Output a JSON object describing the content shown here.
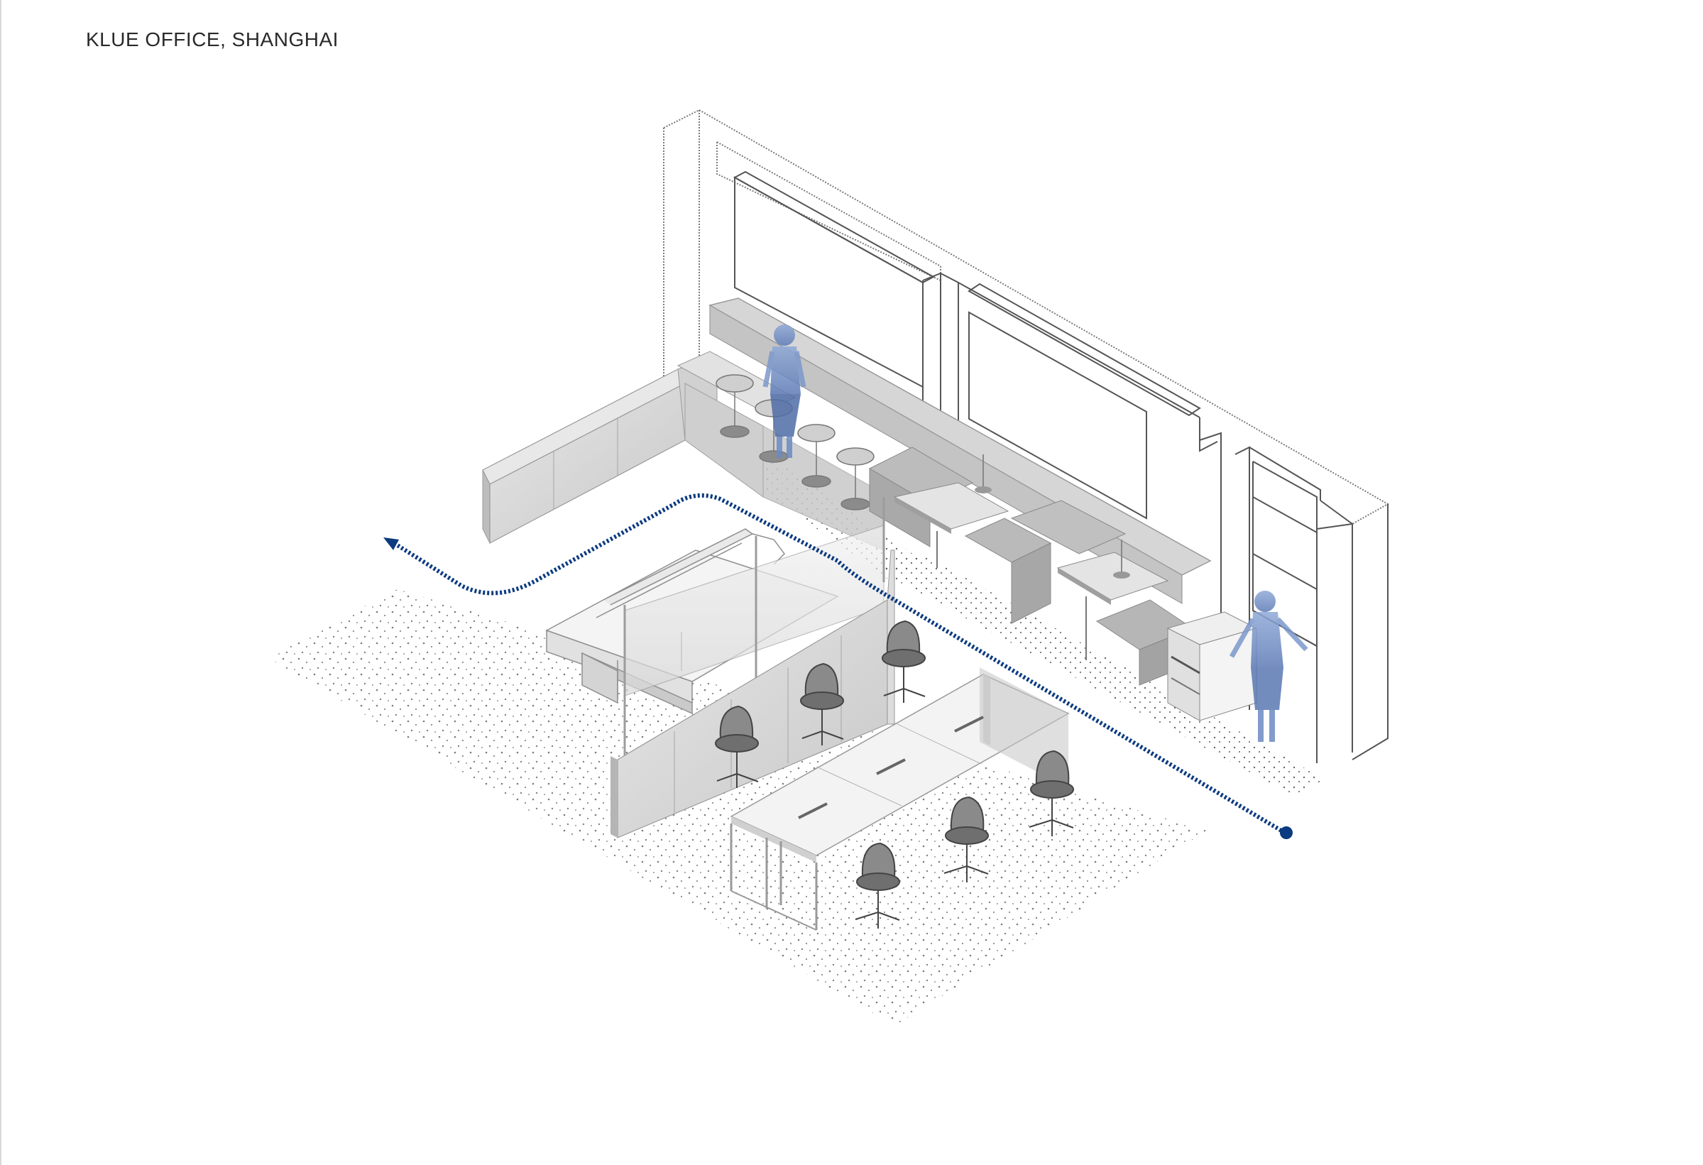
{
  "title": "KLUE OFFICE, SHANGHAI",
  "colors": {
    "circulation_path": "#0b3a80",
    "figures": "#6f8fc7",
    "panels": "#d4d4d4",
    "linework": "#8a8a8a",
    "floor_stipple": "#7a7a7a"
  },
  "icons": {
    "path_start": "dot",
    "path_end": "arrowhead"
  }
}
